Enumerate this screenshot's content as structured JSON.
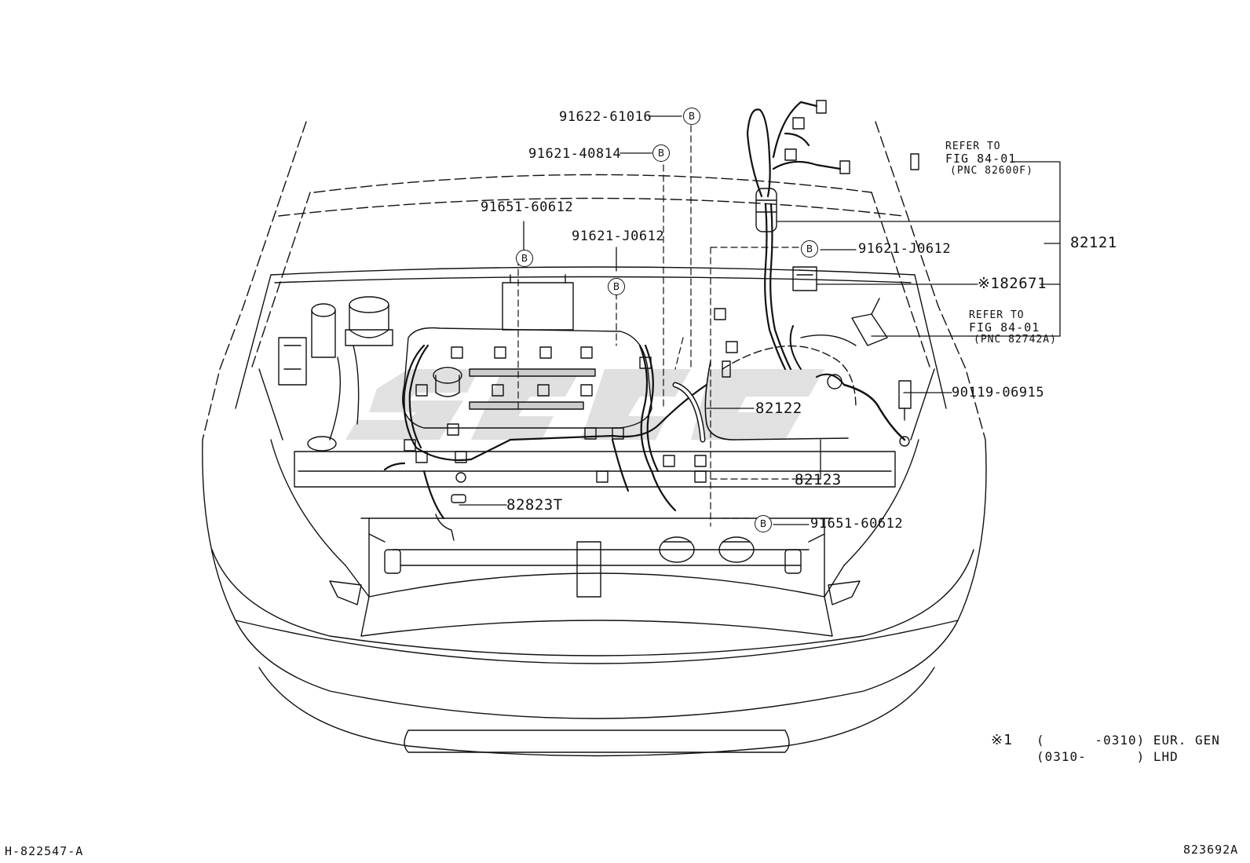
{
  "callouts": {
    "c91622": "91622-61016",
    "c91621a": "91621-40814",
    "c91651a": "91651-60612",
    "c91621b": "91621-J0612",
    "c91621c": "91621-J0612",
    "c182671": "※182671",
    "c90119": "90119-06915",
    "c82122": "82122",
    "c82123": "82123",
    "c82823": "82823T",
    "c91651b": "91651-60612",
    "c82121": "82121"
  },
  "refer_top": {
    "line1": "REFER TO",
    "line2": "FIG 84-01",
    "line3": "(PNC 82600F)"
  },
  "refer_mid": {
    "line1": "REFER TO",
    "line2": "FIG 84-01",
    "line3": "(PNC 82742A)"
  },
  "badge_letter": "B",
  "footnote": {
    "mark": "※1",
    "line1": "(      -0310) EUR. GEN",
    "line2": "(0310-      ) LHD"
  },
  "codes": {
    "left": "H-822547-A",
    "right": "823692A"
  }
}
